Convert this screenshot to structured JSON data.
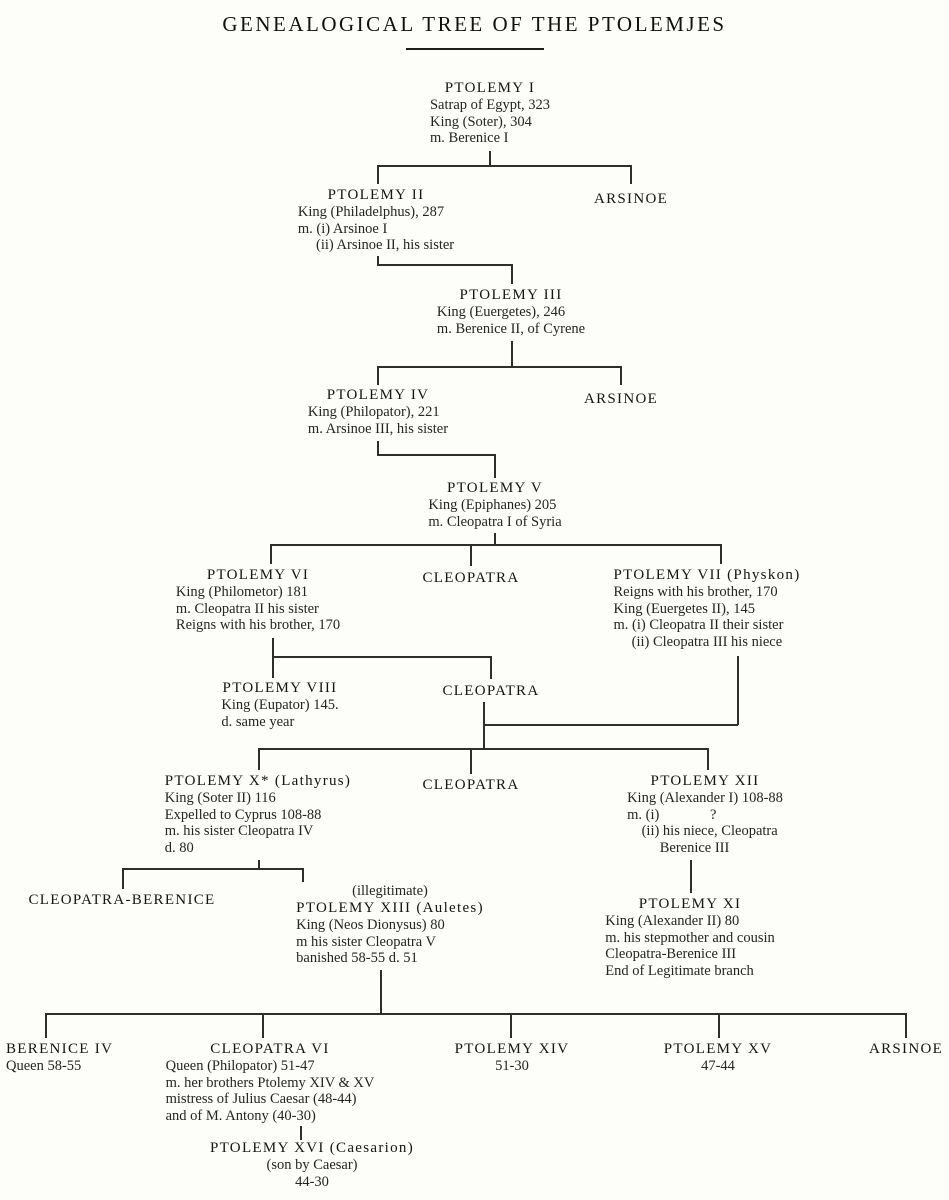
{
  "page": {
    "title": "GENEALOGICAL TREE OF THE PTOLEMJES",
    "ink_color": "#1f1f1f",
    "paper_color": "#fdfdfa"
  },
  "nodes": {
    "p1": {
      "name": "PTOLEMY I",
      "details": [
        "Satrap of Egypt, 323",
        "King (Soter), 304",
        "m. Berenice I"
      ]
    },
    "p2": {
      "name": "PTOLEMY II",
      "details": [
        "King (Philadelphus), 287",
        "m. (i) Arsinoe I",
        "     (ii) Arsinoe II, his sister"
      ]
    },
    "arsinoe_a": {
      "name": "ARSINOE"
    },
    "p3": {
      "name": "PTOLEMY III",
      "details": [
        "King (Euergetes), 246",
        "m. Berenice II, of Cyrene"
      ]
    },
    "p4": {
      "name": "PTOLEMY IV",
      "details": [
        "King (Philopator), 221",
        "m. Arsinoe III, his sister"
      ]
    },
    "arsinoe_b": {
      "name": "ARSINOE"
    },
    "p5": {
      "name": "PTOLEMY V",
      "details": [
        "King (Epiphanes) 205",
        "m. Cleopatra I of Syria"
      ]
    },
    "p6": {
      "name": "PTOLEMY VI",
      "details": [
        "King (Philometor) 181",
        "m. Cleopatra II his sister",
        "Reigns with his brother, 170"
      ]
    },
    "cleo_a": {
      "name": "CLEOPATRA"
    },
    "p7": {
      "name": "PTOLEMY VII (Physkon)",
      "details": [
        "Reigns with his brother, 170",
        "King (Euergetes II), 145",
        "m. (i) Cleopatra II their sister",
        "     (ii) Cleopatra III his niece"
      ]
    },
    "p8": {
      "name": "PTOLEMY VIII",
      "details": [
        "King (Eupator) 145.",
        "d. same year"
      ]
    },
    "cleo_b": {
      "name": "CLEOPATRA"
    },
    "p10": {
      "name": "PTOLEMY X* (Lathyrus)",
      "details": [
        "King (Soter II) 116",
        "Expelled to Cyprus 108-88",
        "m. his sister Cleopatra IV",
        "d. 80"
      ]
    },
    "cleo_c": {
      "name": "CLEOPATRA"
    },
    "p12": {
      "name": "PTOLEMY XII",
      "details": [
        "King (Alexander I) 108-88",
        "m. (i)              ?",
        "    (ii) his niece, Cleopatra",
        "         Berenice III"
      ]
    },
    "cleo_ber": {
      "name": "CLEOPATRA-BERENICE"
    },
    "p13": {
      "tag": "(illegitimate)",
      "name": "PTOLEMY XIII (Auletes)",
      "details": [
        "King (Neos Dionysus) 80",
        "m his sister Cleopatra V",
        "banished 58-55 d. 51"
      ]
    },
    "p11": {
      "name": "PTOLEMY XI",
      "details": [
        "King (Alexander II) 80",
        "m. his stepmother and cousin",
        "Cleopatra-Berenice III",
        "End of Legitimate branch"
      ]
    },
    "ber4": {
      "name": "BERENICE IV",
      "details": [
        "Queen 58-55"
      ]
    },
    "cleo6": {
      "name": "CLEOPATRA VI",
      "details": [
        "Queen (Philopator) 51-47",
        "m. her brothers Ptolemy XIV & XV",
        "mistress of Julius Caesar (48-44)",
        "and of M. Antony (40-30)"
      ]
    },
    "p14": {
      "name": "PTOLEMY XIV",
      "details": [
        "51-30"
      ]
    },
    "p15": {
      "name": "PTOLEMY XV",
      "details": [
        "47-44"
      ]
    },
    "arsinoe_c": {
      "name": "ARSINOE"
    },
    "p16": {
      "name": "PTOLEMY XVI (Caesarion)",
      "details": [
        "(son by Caesar)",
        "44-30"
      ]
    }
  }
}
